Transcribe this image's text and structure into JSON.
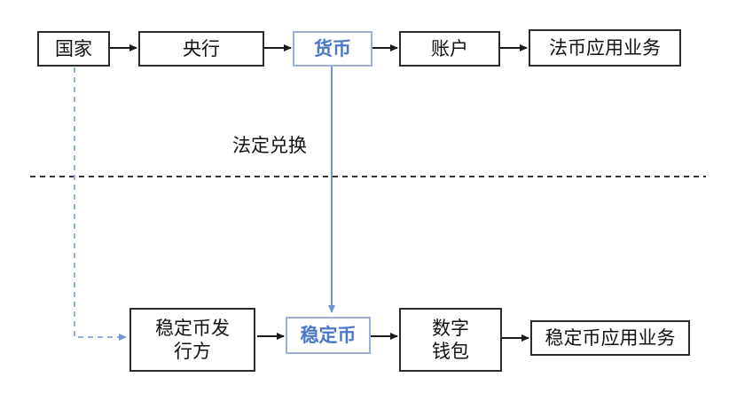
{
  "top_row": {
    "country": "国家",
    "central_bank": "央行",
    "currency": "货币",
    "account": "账户",
    "fiat_business": "法币应用业务"
  },
  "middle_label": "法定兑换",
  "bottom_row": {
    "issuer": "稳定币发\n行方",
    "stablecoin": "稳定币",
    "wallet": "数字\n钱包",
    "stablecoin_business": "稳定币应用业务"
  },
  "colors": {
    "line": "#1a1a1a",
    "blue_accent": "#4a78c8",
    "blue_line": "#7ea2e0",
    "dashed_blue": "#8fb0e6"
  }
}
